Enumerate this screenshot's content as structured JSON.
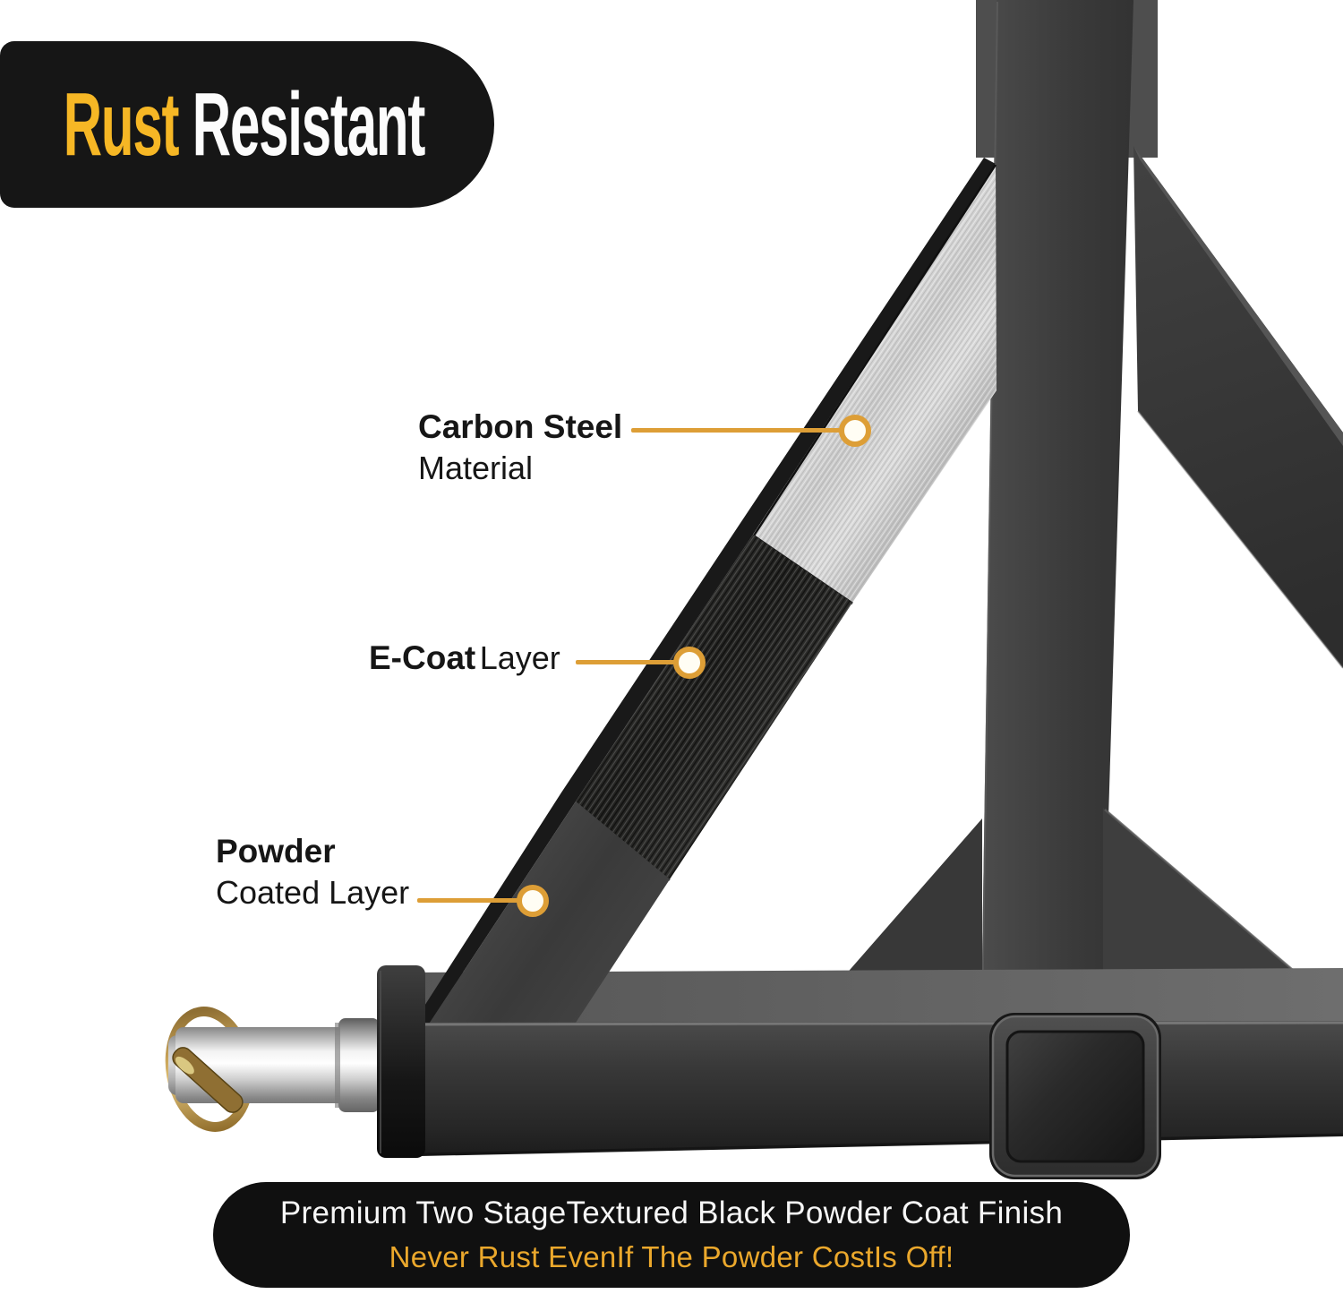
{
  "badge": {
    "highlight": "Rust",
    "rest": "Resistant"
  },
  "callouts": {
    "carbon": {
      "bold": "Carbon Steel",
      "regular": "Material"
    },
    "ecoat": {
      "bold": "E-Coat",
      "regular": "Layer"
    },
    "powder": {
      "bold": "Powder",
      "regular": "Coated Layer"
    }
  },
  "footer": {
    "line1": "Premium Two StageTextured Black Powder Coat Finish",
    "line2": "Never Rust EvenIf The Powder CostIs Off!"
  },
  "colors": {
    "accent_orange": "#DD9E36",
    "badge_yellow": "#F6B725",
    "footer_yellow": "#EBA82C",
    "badge_background": "#161616",
    "footer_background": "#101010",
    "steel_silver": "#D8D8D8",
    "ecoat_dark": "#262624",
    "powder_gray": "#3E3E3E"
  }
}
